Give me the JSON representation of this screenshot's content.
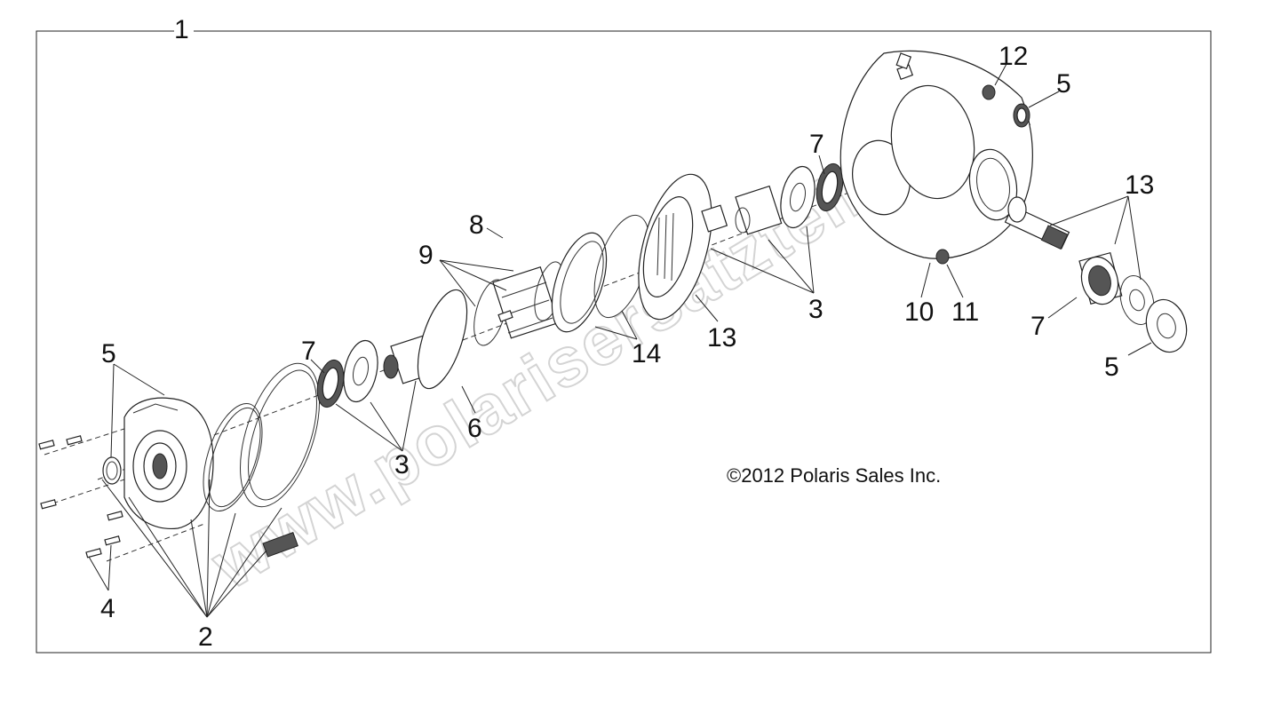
{
  "diagram": {
    "title_callout": "1",
    "copyright": "©2012 Polaris Sales Inc.",
    "watermark": "www.polarisersatzteile.de",
    "callouts": [
      {
        "id": "c1",
        "label": "1"
      },
      {
        "id": "c2",
        "label": "2"
      },
      {
        "id": "c3a",
        "label": "3"
      },
      {
        "id": "c3b",
        "label": "3"
      },
      {
        "id": "c4",
        "label": "4"
      },
      {
        "id": "c5a",
        "label": "5"
      },
      {
        "id": "c5b",
        "label": "5"
      },
      {
        "id": "c5c",
        "label": "5"
      },
      {
        "id": "c6",
        "label": "6"
      },
      {
        "id": "c7a",
        "label": "7"
      },
      {
        "id": "c7b",
        "label": "7"
      },
      {
        "id": "c7c",
        "label": "7"
      },
      {
        "id": "c8",
        "label": "8"
      },
      {
        "id": "c9",
        "label": "9"
      },
      {
        "id": "c10",
        "label": "10"
      },
      {
        "id": "c11",
        "label": "11"
      },
      {
        "id": "c12",
        "label": "12"
      },
      {
        "id": "c13a",
        "label": "13"
      },
      {
        "id": "c13b",
        "label": "13"
      },
      {
        "id": "c14",
        "label": "14"
      }
    ]
  }
}
